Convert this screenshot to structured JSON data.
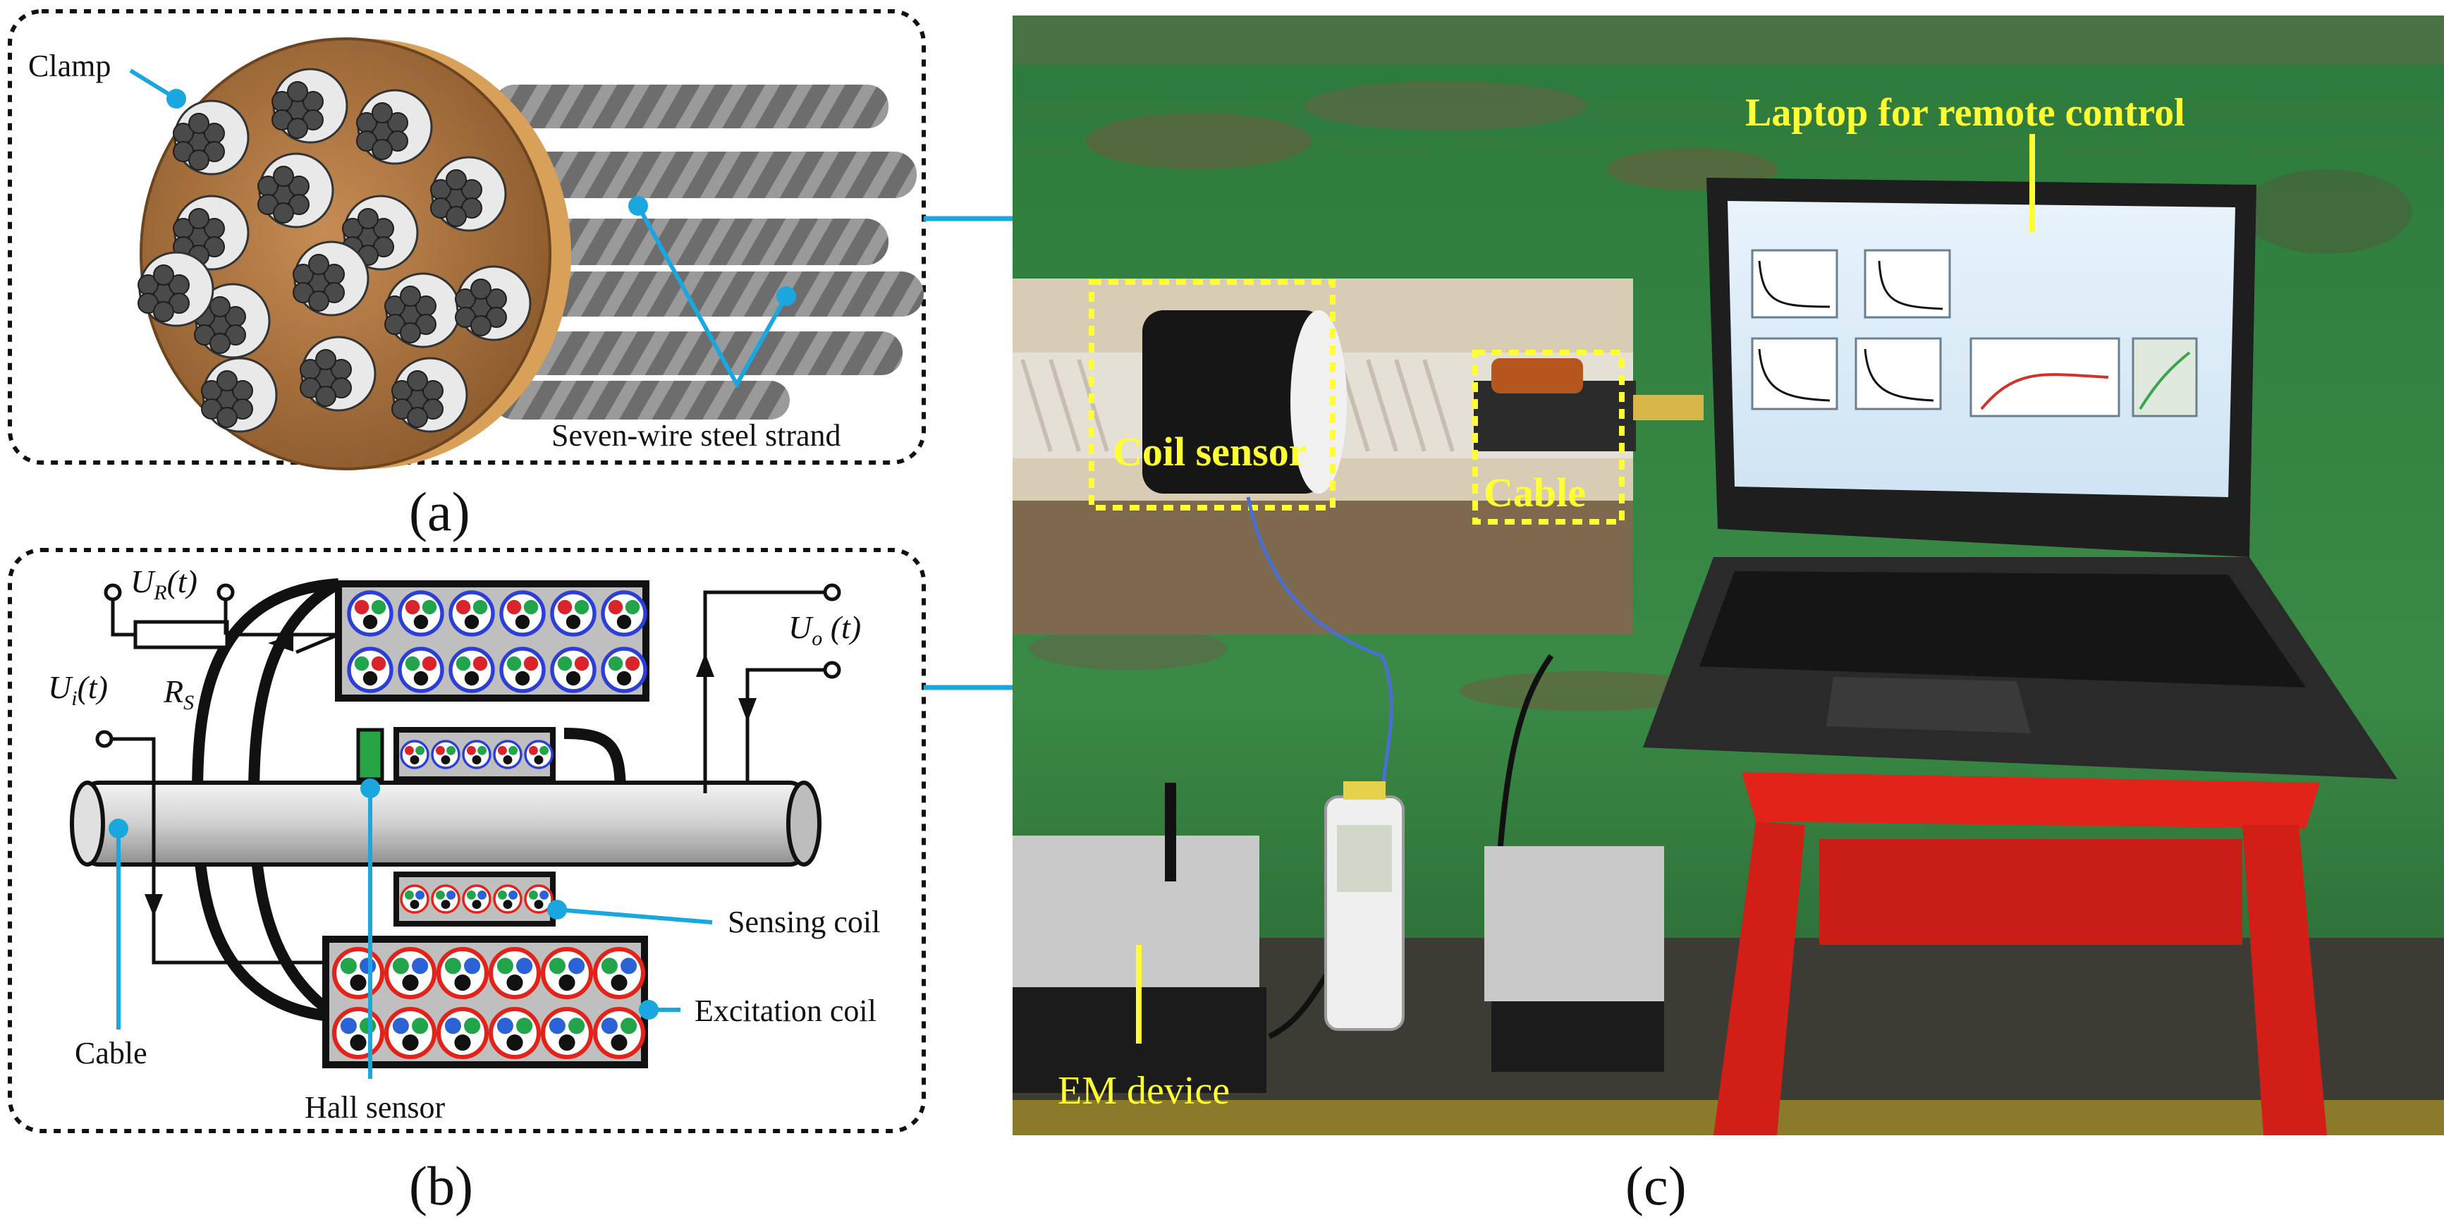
{
  "panel_a": {
    "label": "(a)",
    "callouts": {
      "clamp": "Clamp",
      "strand": "Seven-wire steel strand"
    }
  },
  "panel_b": {
    "label": "(b)",
    "symbols": {
      "ur": "U",
      "ur_sub": "R",
      "ur_arg": "(t)",
      "rs": "R",
      "rs_sub": "S",
      "ui": "U",
      "ui_sub": "i",
      "ui_arg": "(t)",
      "uo": "U",
      "uo_sub": "o",
      "uo_arg": " (t)"
    },
    "callouts": {
      "sensing_coil": "Sensing coil",
      "excitation_coil": "Excitation coil",
      "cable": "Cable",
      "hall_sensor": "Hall sensor"
    }
  },
  "panel_c": {
    "label": "(c)",
    "callouts": {
      "laptop": "Laptop for remote control",
      "coil_sensor": "Coil sensor",
      "cable": "Cable",
      "em_device": "EM device"
    }
  },
  "colors": {
    "callout": "#1aa7e0",
    "yellow": "#ffff33",
    "clamp": "#b27a45",
    "bg_green": "#2f7d3a"
  }
}
